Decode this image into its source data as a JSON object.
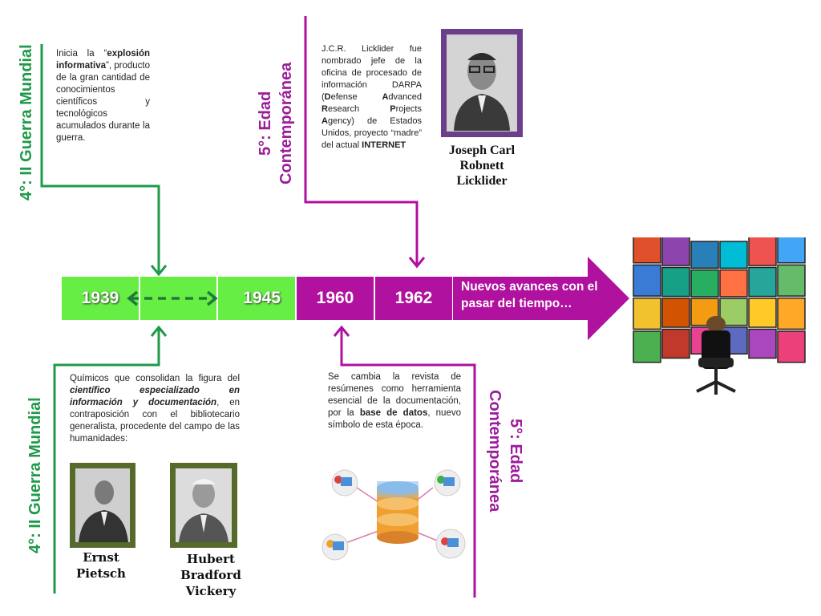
{
  "vertical_labels": {
    "ww2_top": "4°: II Guerra Mundial",
    "ww2_bottom": "4°: II Guerra Mundial",
    "contemporary_top_line1": "5°: Edad",
    "contemporary_top_line2": "Contemporánea",
    "contemporary_bottom_line1": "5°: Edad",
    "contemporary_bottom_line2": "Contemporánea"
  },
  "text_top_left": {
    "p1": "Inicia la “",
    "p1_bold": "explosión informativa",
    "p1_end": "”, producto de la gran cantidad de conocimientos científicos y tecnológicos acumulados durante la guerra."
  },
  "text_top_right": {
    "a": "J.C.R. Licklider fue nombrado jefe de la oficina de procesado de información DARPA (",
    "d": "D",
    "d_rest": "efense ",
    "adv": "A",
    "adv_rest": "dvanced ",
    "res": "R",
    "res_rest": "esearch ",
    "proj": "P",
    "proj_rest": "rojects ",
    "ag": "A",
    "ag_rest": "gency) de Estados Unidos, proyecto “madre” del actual ",
    "internet": "INTERNET"
  },
  "text_bottom_left": {
    "a": "Químicos que consolidan la figura del ",
    "b": "científico especializado en información y documentación",
    "c": ", en contraposición con el bibliotecario generalista, procedente del campo de las humanidades:"
  },
  "text_bottom_right": {
    "a": "Se cambia la revista de resúmenes como herramienta esencial de la documentación, por la ",
    "b": "base de datos",
    "c": ", nuevo símbolo de esta época."
  },
  "timeline": {
    "y1939": "1939",
    "y1945": "1945",
    "y1960": "1960",
    "y1962": "1962",
    "arrow_text": "Nuevos avances con el pasar del tiempo…"
  },
  "people": {
    "licklider": "Joseph Carl Robnett Licklider",
    "pietsch": "Ernst Pietsch",
    "vickery": "Hubert Bradford Vickery"
  },
  "colors": {
    "green": "#1f9a4a",
    "light_green": "#66ee44",
    "purple": "#b0119e",
    "dark_purple": "#9c1d9a",
    "frame_green": "#566b2b",
    "frame_purple": "#6b3f8a"
  },
  "icons": {
    "database": "database-icon",
    "user": "user-computer-icon",
    "screens": "video-wall-image"
  }
}
